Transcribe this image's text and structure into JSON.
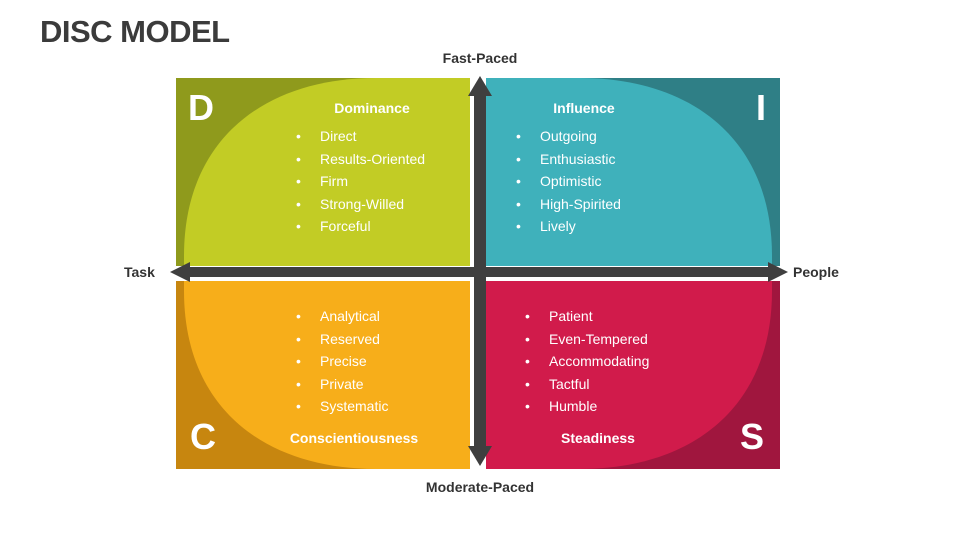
{
  "title": "DISC MODEL",
  "axes": {
    "top": "Fast-Paced",
    "bottom": "Moderate-Paced",
    "left": "Task",
    "right": "People"
  },
  "quadrants": {
    "d": {
      "letter": "D",
      "title": "Dominance",
      "items": [
        "Direct",
        "Results-Oriented",
        "Firm",
        "Strong-Willed",
        "Forceful"
      ],
      "color_dark": "#8f9a1c",
      "color_light": "#c2cc25"
    },
    "i": {
      "letter": "I",
      "title": "Influence",
      "items": [
        "Outgoing",
        "Enthusiastic",
        "Optimistic",
        "High-Spirited",
        "Lively"
      ],
      "color_dark": "#2f7f86",
      "color_light": "#3fb1bb"
    },
    "c": {
      "letter": "C",
      "title": "Conscientiousness",
      "items": [
        "Analytical",
        "Reserved",
        "Precise",
        "Private",
        "Systematic"
      ],
      "color_dark": "#c7860f",
      "color_light": "#f7ae1a"
    },
    "s": {
      "letter": "S",
      "title": "Steadiness",
      "items": [
        "Patient",
        "Even-Tempered",
        "Accommodating",
        "Tactful",
        "Humble"
      ],
      "color_dark": "#a0163e",
      "color_light": "#d11b4b"
    }
  },
  "axis_color": "#3f3f3f"
}
